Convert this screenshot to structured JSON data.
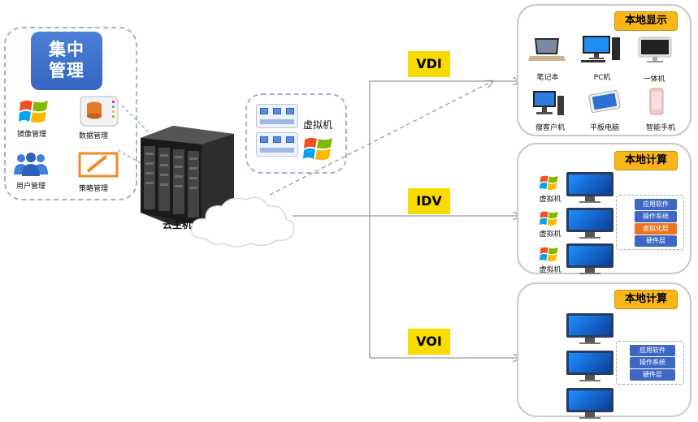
{
  "management": {
    "center_label": "集中\n管理",
    "items": [
      {
        "label": "镜像管理",
        "icon": "windows-logo-icon"
      },
      {
        "label": "数据管理",
        "icon": "database-icon"
      },
      {
        "label": "用户管理",
        "icon": "users-icon"
      },
      {
        "label": "策略管理",
        "icon": "policy-icon"
      }
    ]
  },
  "cluster_label": "云主机集群",
  "vm_label": "虚拟机",
  "protocols": {
    "vdi": "VDI",
    "idv": "IDV",
    "voi": "VOI"
  },
  "panels": {
    "display": {
      "tag": "本地显示",
      "devices": [
        {
          "label": "笔记本"
        },
        {
          "label": "PC机"
        },
        {
          "label": "一体机"
        },
        {
          "label": "瘦客户机"
        },
        {
          "label": "平板电脑"
        },
        {
          "label": "智能手机"
        }
      ]
    },
    "idv": {
      "tag": "本地计算",
      "vm_label": "虚拟机",
      "layers": [
        "应用软件",
        "操作系统",
        "虚拟化层",
        "硬件层"
      ]
    },
    "voi": {
      "tag": "本地计算",
      "layers": [
        "应用软件",
        "操作系统",
        "硬件层"
      ]
    }
  },
  "colors": {
    "accent": "#3466c2",
    "tag": "#f8b617",
    "protocol": "#f8dc00",
    "layer": "#3d67c4",
    "layer_highlight": "#ec7421"
  }
}
